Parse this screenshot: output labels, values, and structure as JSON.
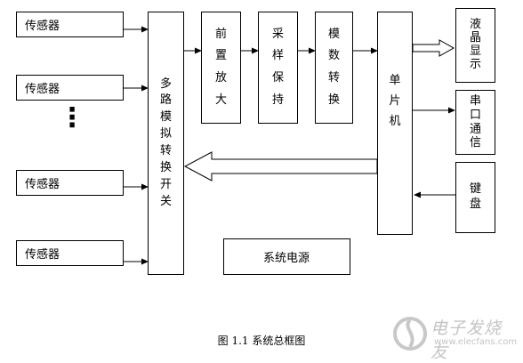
{
  "sensors": [
    "传感器",
    "传感器",
    "传感器",
    "传感器"
  ],
  "ellipsis": "⋮",
  "mux_label": "多路模拟转换开关",
  "preamp_label": "前置放大",
  "sample_hold_label": "采样保持",
  "adc_label": "模数转换",
  "mcu_label": "单片机",
  "lcd_label": "液晶显示",
  "serial_label": "串口通信",
  "keyboard_label": "键盘",
  "power_label": "系统电源",
  "caption": "图 1.1 系统总框图",
  "watermark_text": "电子发烧友",
  "watermark_url": "www.elecfans.com"
}
